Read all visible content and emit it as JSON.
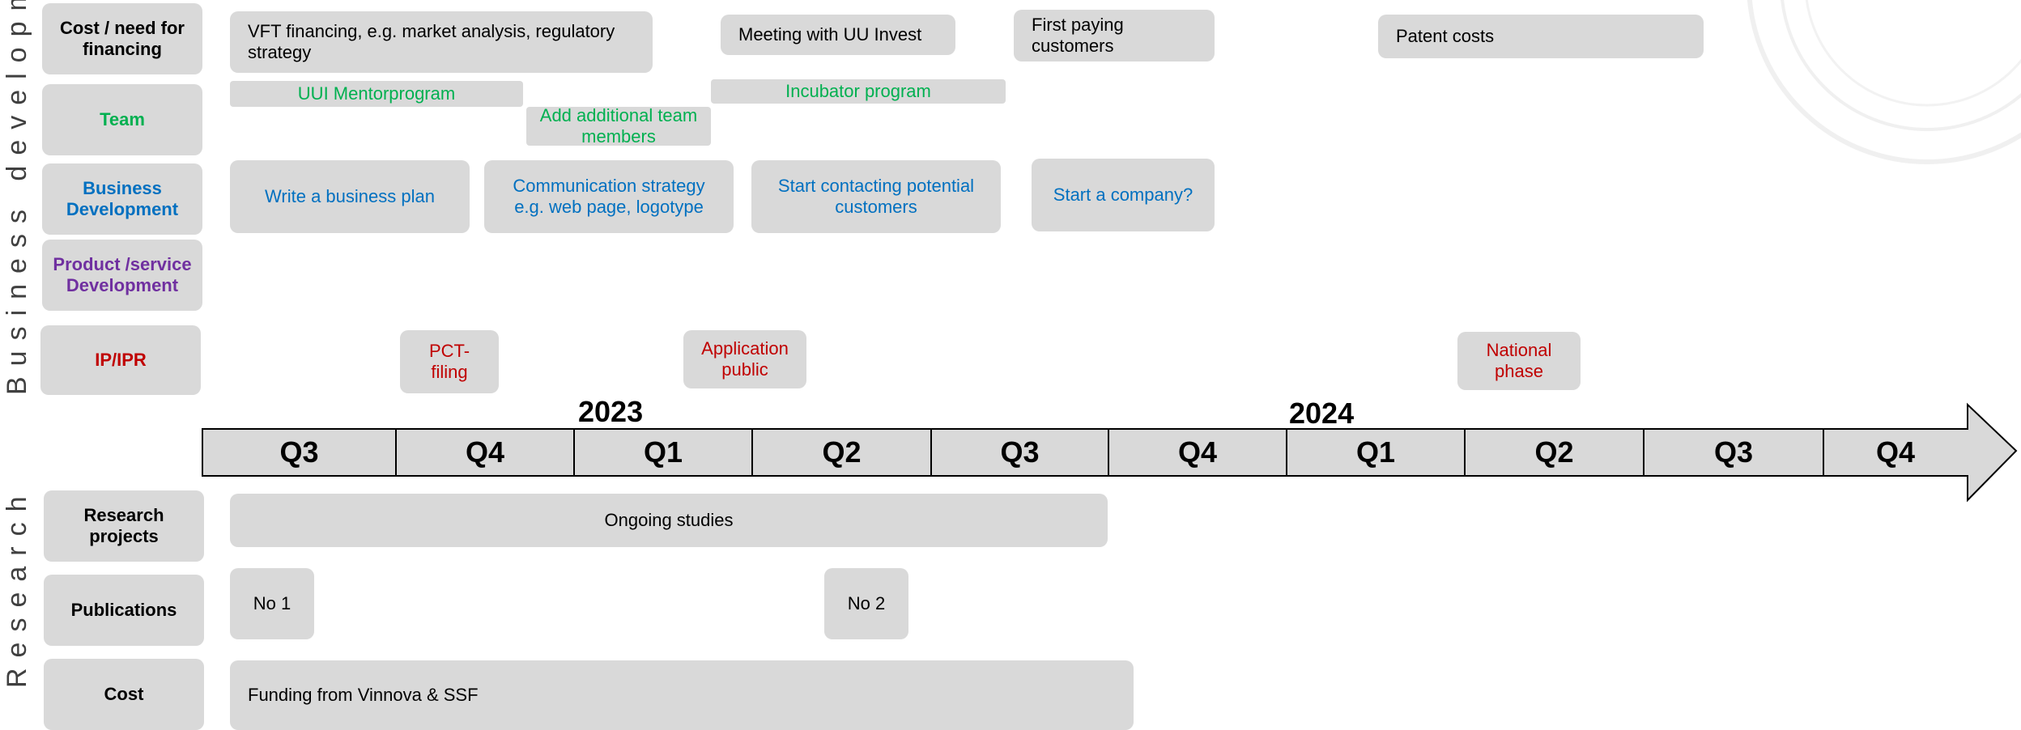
{
  "side_labels": {
    "business": "Business development",
    "research": "Research"
  },
  "rows": {
    "financing": "Cost / need for financing",
    "team": "Team",
    "bizdev": "Business Development",
    "product": "Product /service Development",
    "ip": "IP/IPR",
    "research_projects": "Research projects",
    "publications": "Publications",
    "cost": "Cost"
  },
  "financing_items": [
    "VFT financing, e.g. market analysis, regulatory strategy",
    "Meeting with UU Invest",
    "First paying customers",
    "Patent costs"
  ],
  "team_items": [
    "UUI Mentorprogram",
    "Add additional team members",
    "Incubator program"
  ],
  "bizdev_items": [
    "Write a business plan",
    "Communication strategy e.g. web page, logotype",
    "Start contacting potential customers",
    "Start a company?"
  ],
  "ip_items": [
    "PCT-filing",
    "Application public",
    "National phase"
  ],
  "timeline": {
    "years": [
      "2023",
      "2024"
    ],
    "quarters": [
      "Q3",
      "Q4",
      "Q1",
      "Q2",
      "Q3",
      "Q4",
      "Q1",
      "Q2",
      "Q3",
      "Q4"
    ]
  },
  "research_items": [
    "Ongoing studies"
  ],
  "publication_items": [
    "No 1",
    "No 2"
  ],
  "cost_items": [
    "Funding from Vinnova & SSF"
  ],
  "colors": {
    "team": "#00b050",
    "bizdev": "#0070c0",
    "product": "#7030a0",
    "ip": "#c00000",
    "box": "#d9d9d9"
  }
}
